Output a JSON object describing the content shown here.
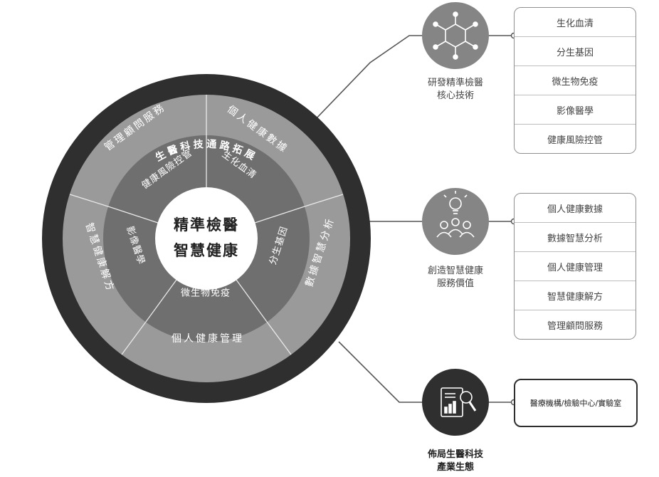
{
  "wheel": {
    "outer_ring": "生醫科技通路拓展",
    "middle_ring": [
      "個人健康數據",
      "數據智慧分析",
      "個人健康管理",
      "智慧健康解方",
      "管理顧問服務"
    ],
    "inner_ring": [
      "生化血清",
      "分生基因",
      "微生物免疫",
      "影像醫學",
      "健康風險控管"
    ],
    "center": [
      "精準檢醫",
      "智慧健康"
    ]
  },
  "hubs": [
    {
      "label": [
        "研發精準檢醫",
        "核心技術"
      ],
      "icon": "molecule-icon",
      "items": [
        "生化血清",
        "分生基因",
        "微生物免疫",
        "影像醫學",
        "健康風險控管"
      ]
    },
    {
      "label": [
        "創造智慧健康",
        "服務價值"
      ],
      "icon": "lightbulb-team-icon",
      "items": [
        "個人健康數據",
        "數據智慧分析",
        "個人健康管理",
        "智慧健康解方",
        "管理顧問服務"
      ]
    },
    {
      "label": [
        "佈局生醫科技",
        "產業生態"
      ],
      "icon": "document-magnifier-icon",
      "items": [
        "醫療機構/檢驗中心/實驗室"
      ]
    }
  ],
  "colors": {
    "outer_ring": "#2f2f2f",
    "middle_ring": "#9a9a9a",
    "inner_ring": "#6f6f6f",
    "center": "#ffffff",
    "connector": "#555555"
  }
}
